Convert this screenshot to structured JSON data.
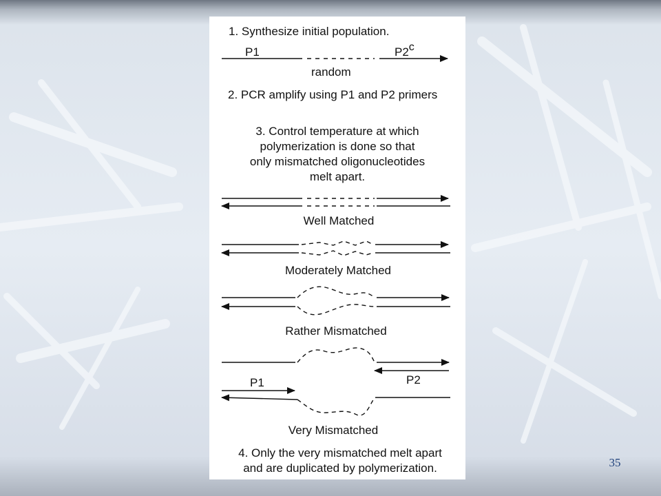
{
  "slide": {
    "page_number": "35",
    "colors": {
      "line": "#111111",
      "page_number": "#1d3f7a",
      "panel": "#ffffff"
    }
  },
  "diagram": {
    "step1": "1. Synthesize initial population.",
    "p1_top": "P1",
    "p2c_base": "P2",
    "p2c_sup": "c",
    "random": "random",
    "step2": "2. PCR amplify using P1 and P2 primers",
    "step3_lines": [
      "3. Control temperature at which",
      "polymerization is done so that",
      "only mismatched  oligonucleotides",
      "melt apart."
    ],
    "well_matched": "Well Matched",
    "moderately_matched": "Moderately Matched",
    "rather_mismatched": "Rather Mismatched",
    "p1_bottom": "P1",
    "p2_bottom": "P2",
    "very_mismatched": "Very Mismatched",
    "step4_lines": [
      "4. Only the very mismatched melt apart",
      "and are duplicated by polymerization."
    ]
  }
}
